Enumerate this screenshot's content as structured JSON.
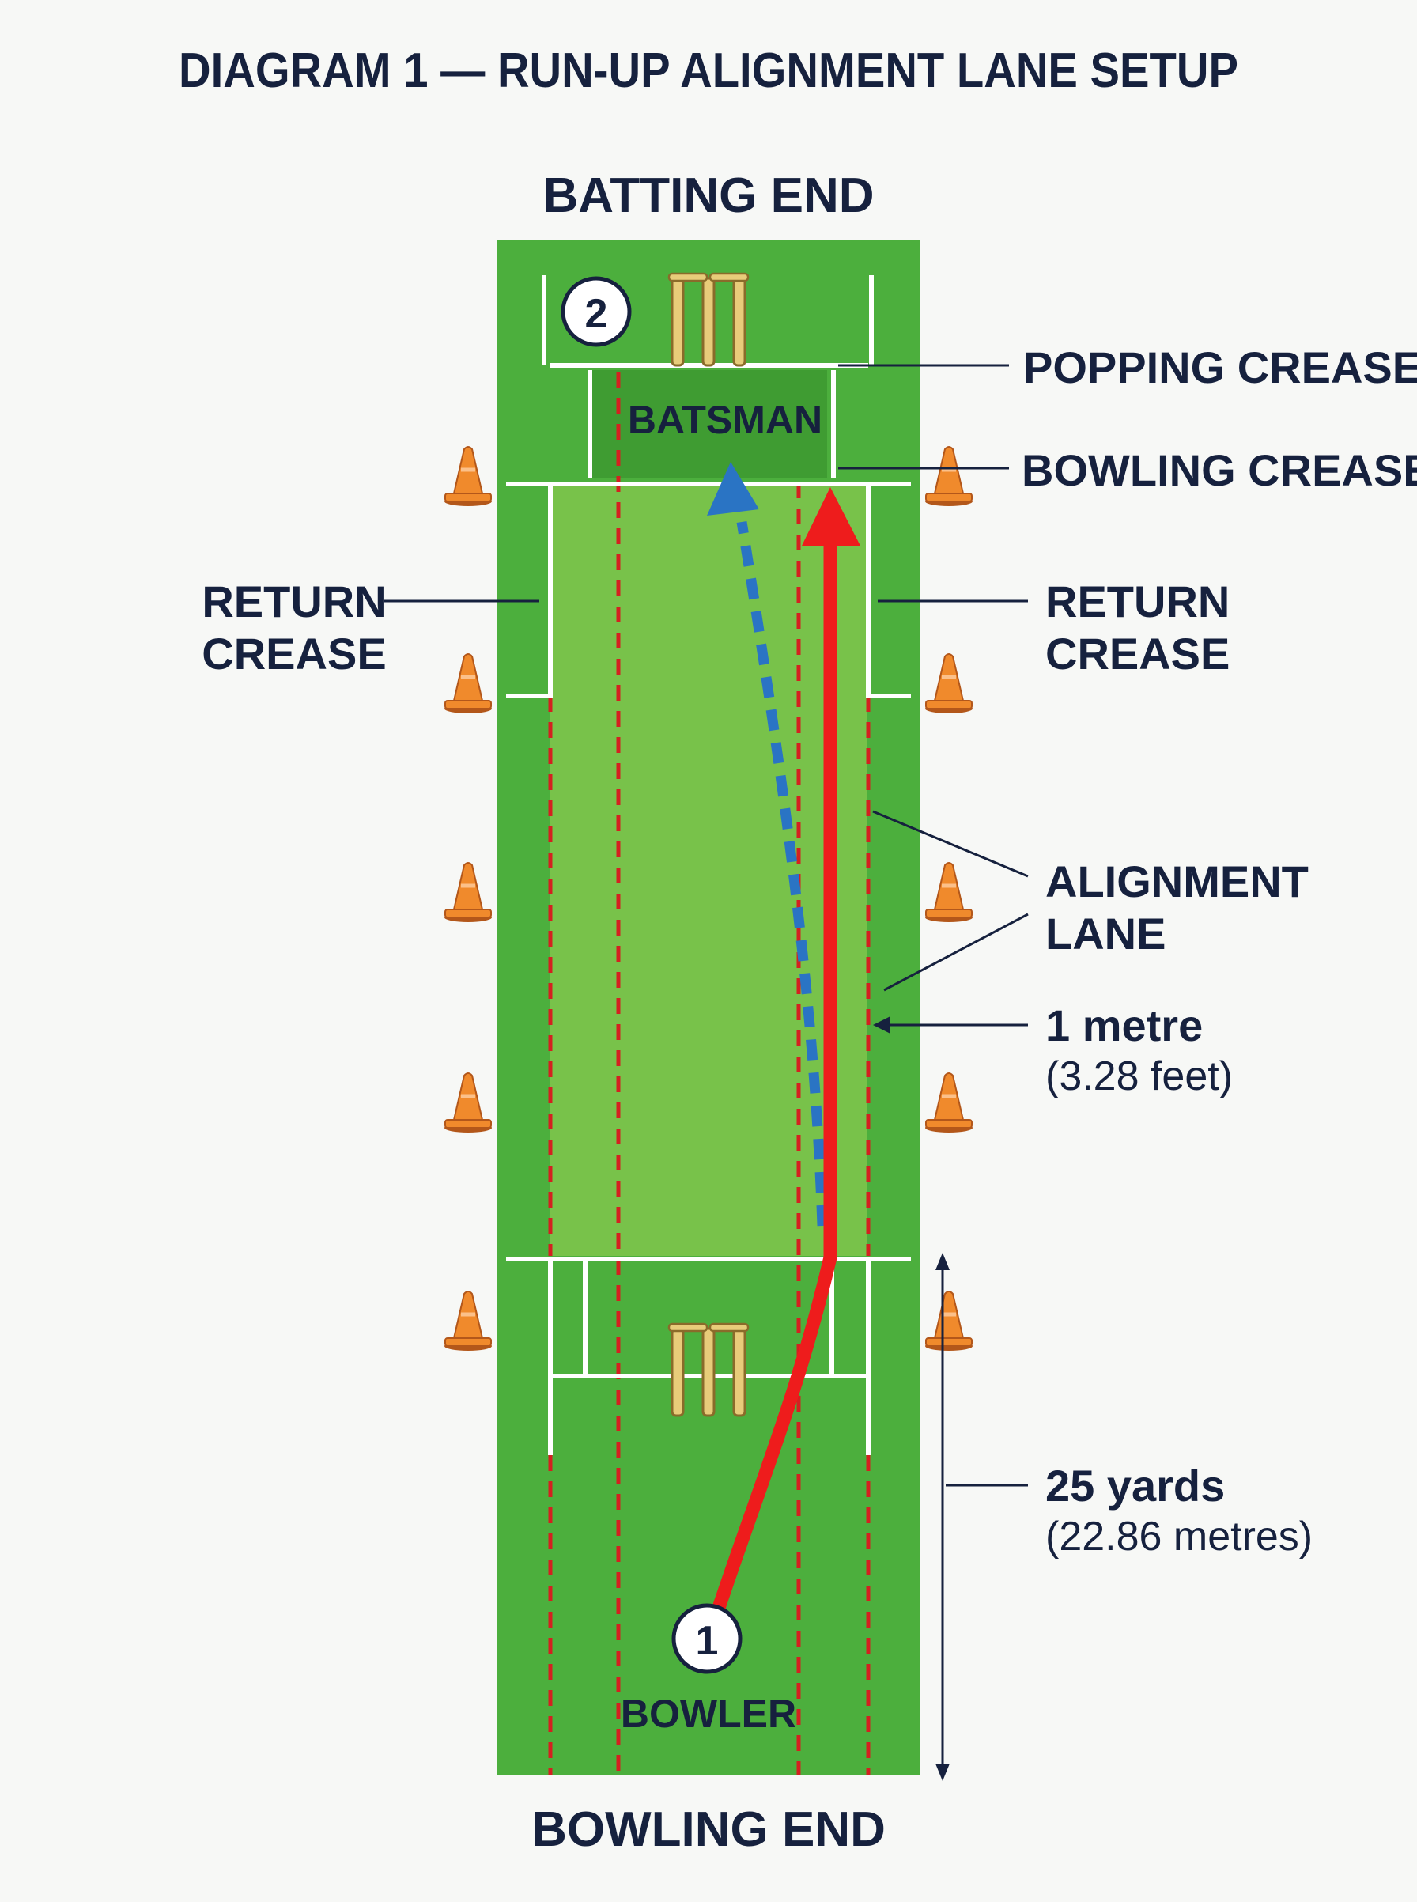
{
  "title": "DIAGRAM 1 — RUN-UP ALIGNMENT LANE SETUP",
  "ends": {
    "top": "BATTING END",
    "bottom": "BOWLING END"
  },
  "players": {
    "batsman": {
      "number": "2",
      "label": "BATSMAN"
    },
    "bowler": {
      "number": "1",
      "label": "BOWLER"
    }
  },
  "labels": {
    "popping_crease": "POPPING CREASE",
    "bowling_crease": "BOWLING CREASE",
    "return_crease_left": [
      "RETURN",
      "CREASE"
    ],
    "return_crease_right": [
      "RETURN",
      "CREASE"
    ],
    "alignment_lane": [
      "ALIGNMENT",
      "LANE"
    ],
    "lane_width": {
      "value": "1 metre",
      "sub": "(3.28 feet)"
    },
    "pitch_length": {
      "value": "25 yards",
      "sub": "(22.86 metres)"
    }
  },
  "colors": {
    "pitch_grass": "#4caf3d",
    "pitch_center": "#78c24a",
    "crease": "#ffffff",
    "lane_line": "#d42020",
    "run_up_path": "#ee1c1c",
    "delivery_path": "#2a74c4",
    "cone": "#f08a2c",
    "stumps": "#e8cc7a",
    "text": "#16213e"
  },
  "icons": [
    "cone-icon",
    "stumps-icon",
    "player-marker-icon",
    "arrow-head-icon"
  ]
}
